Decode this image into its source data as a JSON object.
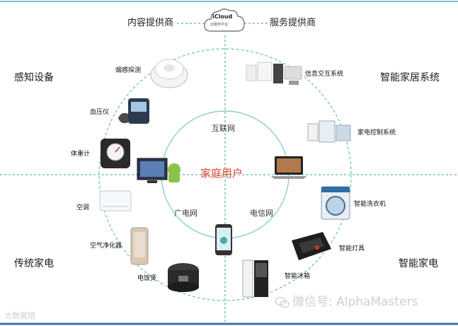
{
  "center": {
    "label": "家庭用户"
  },
  "quadrants": {
    "top_left": "感知设备",
    "top_right": "智能家居系统",
    "bottom_left": "传统家电",
    "bottom_right": "智能家电"
  },
  "providers": {
    "left": "内容提供商",
    "right": "服务提供商",
    "cloud_brand": "iCloud",
    "cloud_sub": "云服务平台"
  },
  "networks": {
    "internet": "互联网",
    "broadcast": "广电网",
    "telecom": "电信网"
  },
  "devices": {
    "smoke": "烟感探测",
    "bp": "血压仪",
    "scale": "体重计",
    "info": "信息交互系统",
    "appliance_ctrl": "家电控制系统",
    "washer": "智能洗衣机",
    "lamp": "智能灯具",
    "fridge": "智能冰箱",
    "ac": "空调",
    "purifier": "空气净化器",
    "cooker": "电饭煲"
  },
  "watermarks": {
    "right": "微信号: AlphaMasters",
    "left": "大数据猎"
  },
  "colors": {
    "ring": "#7fc8c0",
    "divider": "#5fb3b0",
    "center": "#e0432a"
  }
}
